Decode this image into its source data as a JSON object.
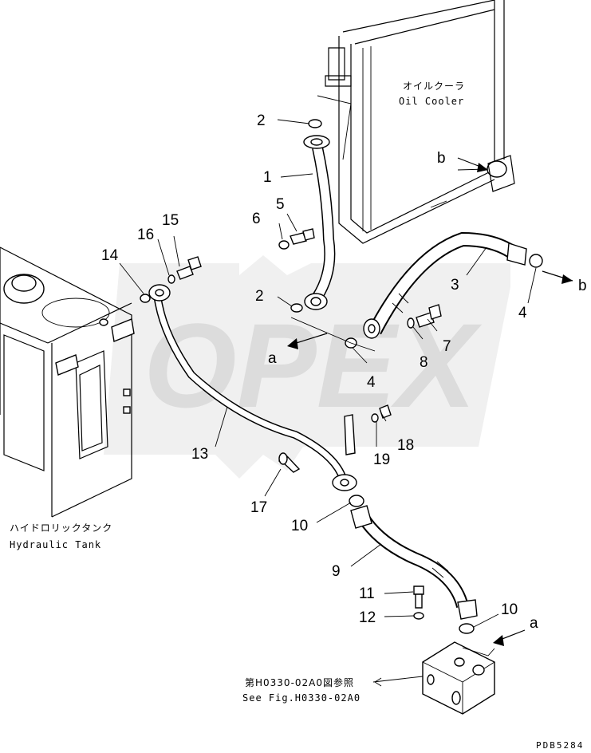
{
  "labels": {
    "oil_cooler_jp": "オイルクーラ",
    "oil_cooler_en": "Oil Cooler",
    "tank_jp": "ハイドロリックタンク",
    "tank_en": "Hydraulic Tank",
    "see_fig_jp": "第H0330-02A0図参照",
    "see_fig_en": "See Fig.H0330-02A0",
    "drawing_no": "PDB5284",
    "watermark": "OPEX"
  },
  "callouts": {
    "p1": "1",
    "p2a": "2",
    "p2b": "2",
    "p3": "3",
    "p4a": "4",
    "p4b": "4",
    "p5": "5",
    "p6": "6",
    "p7": "7",
    "p8": "8",
    "p9": "9",
    "p10a": "10",
    "p10b": "10",
    "p11": "11",
    "p12": "12",
    "p13": "13",
    "p14": "14",
    "p15": "15",
    "p16": "16",
    "p17": "17",
    "p18": "18",
    "p19": "19",
    "ref_a1": "a",
    "ref_a2": "a",
    "ref_b1": "b",
    "ref_b2": "b"
  }
}
